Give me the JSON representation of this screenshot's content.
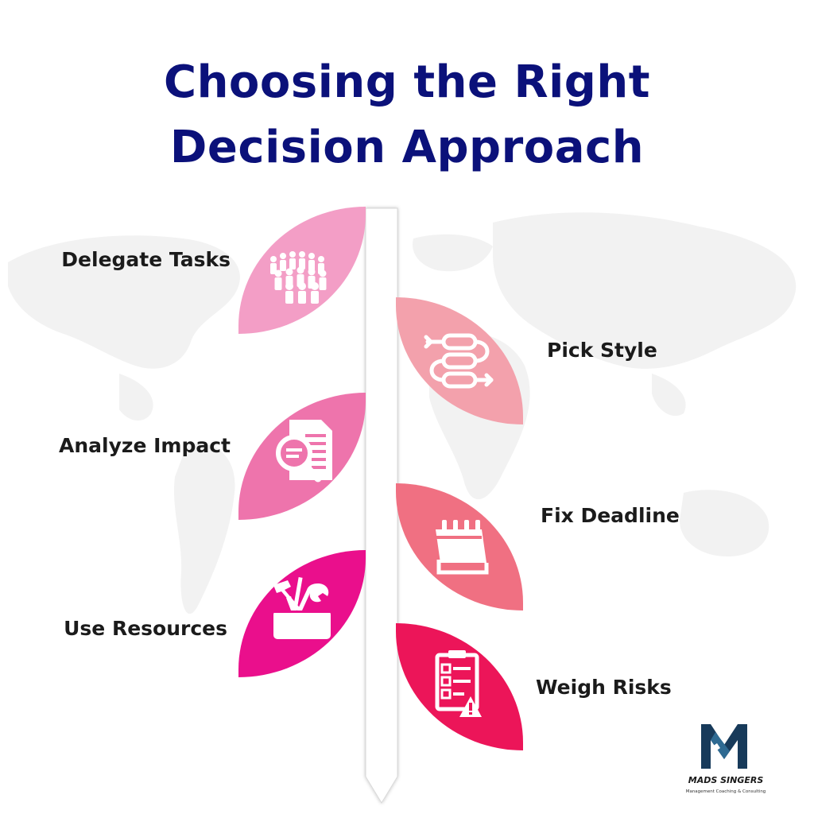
{
  "title": {
    "line1": "Choosing the Right",
    "line2": "Decision Approach"
  },
  "colors": {
    "title": "#0b117a",
    "label": "#1b1b1b",
    "stem": "#ffffff",
    "map": "#f1f1f1",
    "logo": "#173a5a"
  },
  "steps": [
    {
      "label": "Delegate Tasks",
      "side": "left",
      "icon": "people-group-icon",
      "color": "#f39ec6"
    },
    {
      "label": "Pick Style",
      "side": "right",
      "icon": "flow-arrows-icon",
      "color": "#f3a1ac"
    },
    {
      "label": "Analyze Impact",
      "side": "left",
      "icon": "document-magnifier-icon",
      "color": "#ee74ac"
    },
    {
      "label": "Fix Deadline",
      "side": "right",
      "icon": "calendar-icon",
      "color": "#f07082"
    },
    {
      "label": "Use Resources",
      "side": "left",
      "icon": "toolbox-icon",
      "color": "#ea0f8c"
    },
    {
      "label": "Weigh Risks",
      "side": "right",
      "icon": "checklist-warning-icon",
      "color": "#ec1559"
    }
  ],
  "logo": {
    "name": "MADS SINGERS",
    "tagline": "Management Coaching & Consulting",
    "icon": "m-letter-logo-icon"
  }
}
